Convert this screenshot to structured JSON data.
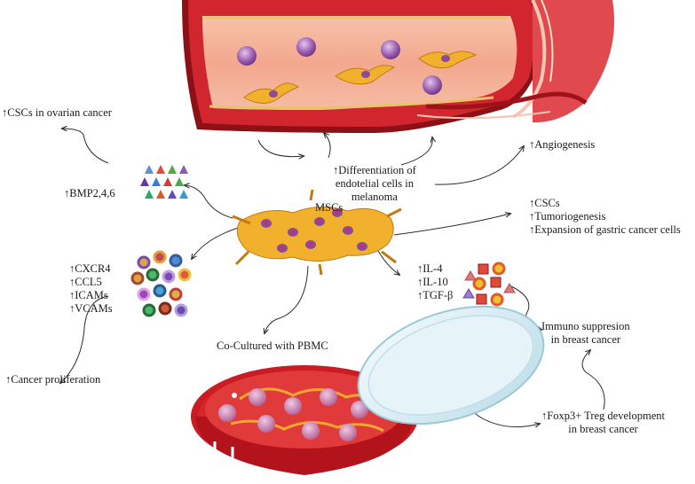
{
  "labels": {
    "ovarian": "↑CSCs in ovarian cancer",
    "bmp": "↑BMP2,4,6",
    "mscs": "MSCs",
    "endothelial": [
      "↑Differentiation of",
      "endotelial cells in",
      "melanoma"
    ],
    "angiogenesis": "↑Angiogenesis",
    "cscs_group": [
      "↑CSCs",
      "↑Tumoriogenesis",
      "↑Expansion of gastric cancer cells"
    ],
    "chemokines": [
      "↑CXCR4",
      "↑CCL5",
      "↑ICAMs",
      "↑VCAMs"
    ],
    "interleukins": [
      "↑IL-4",
      "↑IL-10",
      "↑TGF-β"
    ],
    "immuno": [
      "Immuno suppresion",
      "in breast cancer"
    ],
    "pbmc": "Co-Cultured with PBMC",
    "proliferation": "↑Cancer proliferation",
    "treg": [
      "↑Foxp3+ Treg development",
      "in breast cancer"
    ]
  },
  "colors": {
    "vessel_outer": "#c8202a",
    "vessel_lumen": "#f4b09a",
    "cell_nucleus": "#8b4a9a",
    "msc_body": "#f2b12c",
    "dish_medium": "#d8242b",
    "lid": "#d4ecf3"
  },
  "icons": {
    "triangles": "bmp-triangles-cluster",
    "circles": "chemokine-circles-cluster",
    "mixed": "cytokine-shapes-cluster",
    "vessel": "blood-vessel",
    "cells": "msc-cell-cluster",
    "dish": "petri-dish"
  }
}
